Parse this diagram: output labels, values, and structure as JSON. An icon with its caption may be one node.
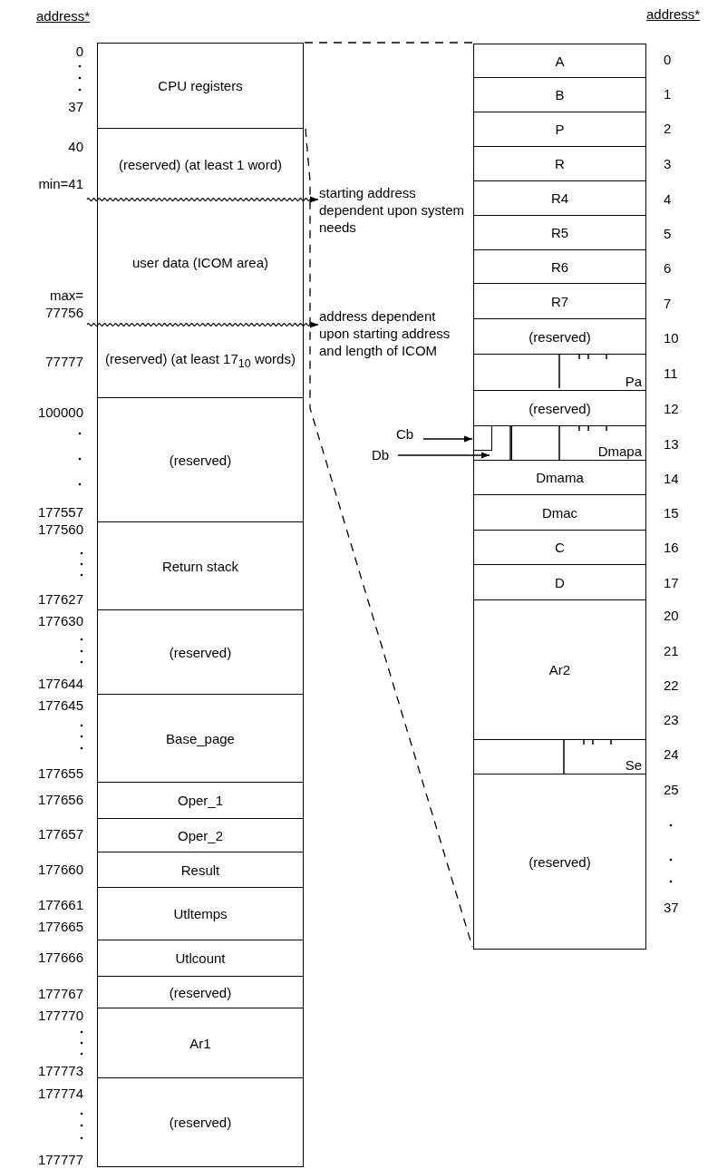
{
  "diagram": {
    "nodes": [
      {
        "text": [
          "CPU registers"
        ]
      },
      {
        "text": [
          "(reserved) (at least 1 word)"
        ]
      },
      {
        "text": [
          "user data (ICOM area)"
        ]
      },
      {
        "text": [
          "(reserved) (at least 17$_{10}$ words)"
        ]
      },
      {
        "text": [
          "(reserved)"
        ]
      },
      {
        "text": [
          "Return stack"
        ]
      },
      {
        "text": [
          "(reserved)"
        ]
      },
      {
        "text": [
          "Base_page"
        ]
      },
      {
        "text": [
          "Oper_1"
        ]
      },
      {
        "text": [
          "Oper_2"
        ]
      },
      {
        "text": [
          "Result"
        ]
      },
      {
        "text": [
          "Utltemps"
        ]
      },
      {
        "text": [
          "Utlcount"
        ]
      },
      {
        "text": [
          "(reserved)"
        ]
      },
      {
        "text": [
          "Ar1"
        ]
      },
      {
        "text": [
          "(reserved)"
        ]
      },
      {
        "text": [
          "A"
        ]
      },
      {
        "text": [
          "B"
        ]
      },
      {
        "text": [
          "P"
        ]
      },
      {
        "text": [
          "R"
        ]
      },
      {
        "text": [
          "R4"
        ]
      },
      {
        "text": [
          "R5"
        ]
      },
      {
        "text": [
          "R6"
        ]
      },
      {
        "text": [
          "R7"
        ]
      },
      {
        "text": [
          "(reserved)"
        ]
      },
      {
        "text": [
          "Pa"
        ]
      },
      {
        "text": [
          "(reserved)"
        ]
      },
      {
        "text": [
          "Dmapa"
        ]
      },
      {
        "text": [
          "Dmama"
        ]
      },
      {
        "text": [
          "Dmac"
        ]
      },
      {
        "text": [
          "C"
        ]
      },
      {
        "text": [
          "D"
        ]
      },
      {
        "text": [
          "Ar2"
        ]
      },
      {
        "text": [
          "Se"
        ]
      },
      {
        "text": [
          "(reserved)"
        ]
      },
      {
        "text": [
          "starting address dependent upon system needs"
        ]
      },
      {
        "text": [
          "address dependent upon starting address and length of ICOM"
        ]
      },
      {
        "text": [
          "Cb"
        ]
      },
      {
        "text": [
          "Db"
        ]
      },
      {
        "text": [],
        "shape": "box",
        "in": 27
      },
      {
        "text": [],
        "shape": "box",
        "in": 27
      }
    ],
    "edges": [
      {
        "from": 0,
        "to": 16,
        "arrow": "none",
        "style": "dashed"
      },
      {
        "from": 0,
        "to": 34,
        "arrow": "none",
        "style": "dashed"
      },
      {
        "from": 1,
        "to": 35,
        "arrow": "to"
      },
      {
        "from": 3,
        "to": 36,
        "arrow": "to"
      },
      {
        "from": 37,
        "to": 39,
        "arrow": "to"
      },
      {
        "from": 38,
        "to": 40,
        "arrow": "to"
      }
    ],
    "labels": [
      "address*",
      "address*",
      "0",
      "37",
      "40",
      "min=41",
      "max= 77756",
      "77777",
      "100000",
      "177557",
      "177560",
      "177627",
      "177630",
      "177644",
      "177645",
      "177655",
      "177656",
      "177657",
      "177660",
      "177661",
      "177665",
      "177666",
      "177767",
      "177770",
      "177773",
      "177774",
      "177777",
      "0",
      "1",
      "2",
      "3",
      "4",
      "5",
      "6",
      "7",
      "10",
      "11",
      "12",
      "13",
      "14",
      "15",
      "16",
      "17",
      "20",
      "21",
      "22",
      "23",
      "24",
      "25",
      "37"
    ]
  }
}
